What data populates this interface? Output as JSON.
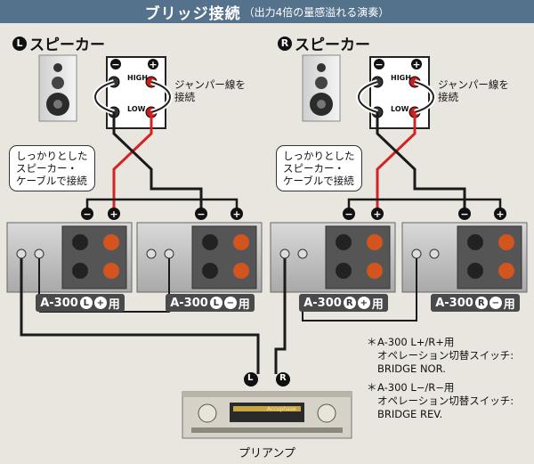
{
  "title": {
    "main": "ブリッジ接続",
    "sub": "（出力4倍の量感溢れる演奏）"
  },
  "left_speaker": {
    "badge": "L",
    "heading": "スピーカー"
  },
  "right_speaker": {
    "badge": "R",
    "heading": "スピーカー"
  },
  "terminals": {
    "high": "HIGH",
    "low": "LOW",
    "plus": "+",
    "minus": "−"
  },
  "jumper_note": {
    "line1": "ジャンパー線を",
    "line2": "接続"
  },
  "cable_callout": {
    "line1": "しっかりとした",
    "line2": "スピーカー・",
    "line3": "ケーブルで接続"
  },
  "amps": [
    {
      "model": "A-300",
      "ch": "L",
      "sign": "+",
      "suffix": "用"
    },
    {
      "model": "A-300",
      "ch": "L",
      "sign": "−",
      "suffix": "用"
    },
    {
      "model": "A-300",
      "ch": "R",
      "sign": "+",
      "suffix": "用"
    },
    {
      "model": "A-300",
      "ch": "R",
      "sign": "−",
      "suffix": "用"
    }
  ],
  "input_labels": {
    "left": "L",
    "right": "R"
  },
  "notes": [
    {
      "star": "＊",
      "line1": "A-300 L+/R+用",
      "line2": "オペレーション切替スイッチ:",
      "line3": "BRIDGE NOR."
    },
    {
      "star": "＊",
      "line1": "A-300 L−/R−用",
      "line2": "オペレーション切替スイッチ:",
      "line3": "BRIDGE REV."
    }
  ],
  "preamp": {
    "label": "プリアンプ",
    "display": "Accuphase"
  },
  "colors": {
    "title_bar": "#54728c",
    "red_wire": "#d42323",
    "black_wire": "#1a1a1a",
    "label_bg": "#4a4a4a"
  }
}
